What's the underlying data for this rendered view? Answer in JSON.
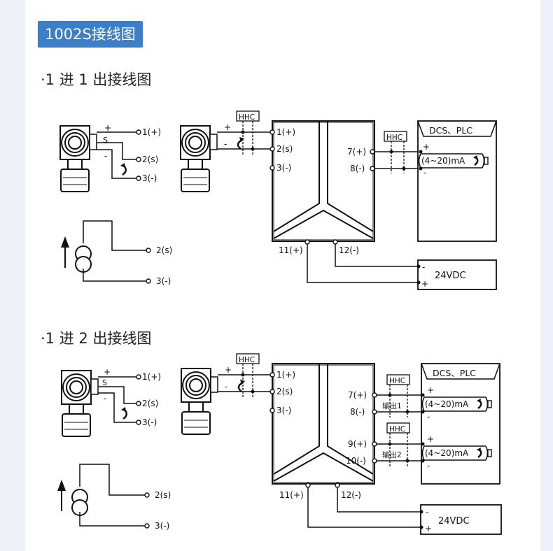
{
  "page": {
    "title": "1002S接线图",
    "colors": {
      "tag_bg": "#3d7ec9",
      "line": "#111111",
      "page_bg": "#eef2f8"
    }
  },
  "sections": [
    {
      "heading": "·1 进 1 出接线图",
      "sensor_terminals": [
        "1(+)",
        "2(s)",
        "3(-)"
      ],
      "source_terminals": [
        "2(s)",
        "3(-)"
      ],
      "sensor_marks": {
        "plus": "+",
        "s": "S",
        "minus": "-"
      },
      "isolator_inputs": [
        "1(+)",
        "2(s)",
        "3(-)"
      ],
      "isolator_outputs": [
        "7(+)",
        "8(-)"
      ],
      "power_terminals": [
        "11(+)",
        "12(-)"
      ],
      "hhc": "HHC",
      "dcs_label": "DCS、PLC",
      "meter_label": "(4~20)mA",
      "power_label": "24VDC",
      "sign_plus": "+",
      "sign_minus": "-"
    },
    {
      "heading": "·1 进 2 出接线图",
      "sensor_terminals": [
        "1(+)",
        "2(s)",
        "3(-)"
      ],
      "source_terminals": [
        "2(s)",
        "3(-)"
      ],
      "sensor_marks": {
        "plus": "+",
        "s": "S",
        "minus": "-"
      },
      "isolator_inputs": [
        "1(+)",
        "2(s)",
        "3(-)"
      ],
      "isolator_outputs": [
        "7(+)",
        "8(-)",
        "9(+)",
        "10(-)"
      ],
      "output_labels": [
        "输出1",
        "输出2"
      ],
      "power_terminals": [
        "11(+)",
        "12(-)"
      ],
      "hhc": "HHC",
      "dcs_label": "DCS、PLC",
      "meter_label": "(4~20)mA",
      "power_label": "24VDC",
      "sign_plus": "+",
      "sign_minus": "-"
    }
  ]
}
